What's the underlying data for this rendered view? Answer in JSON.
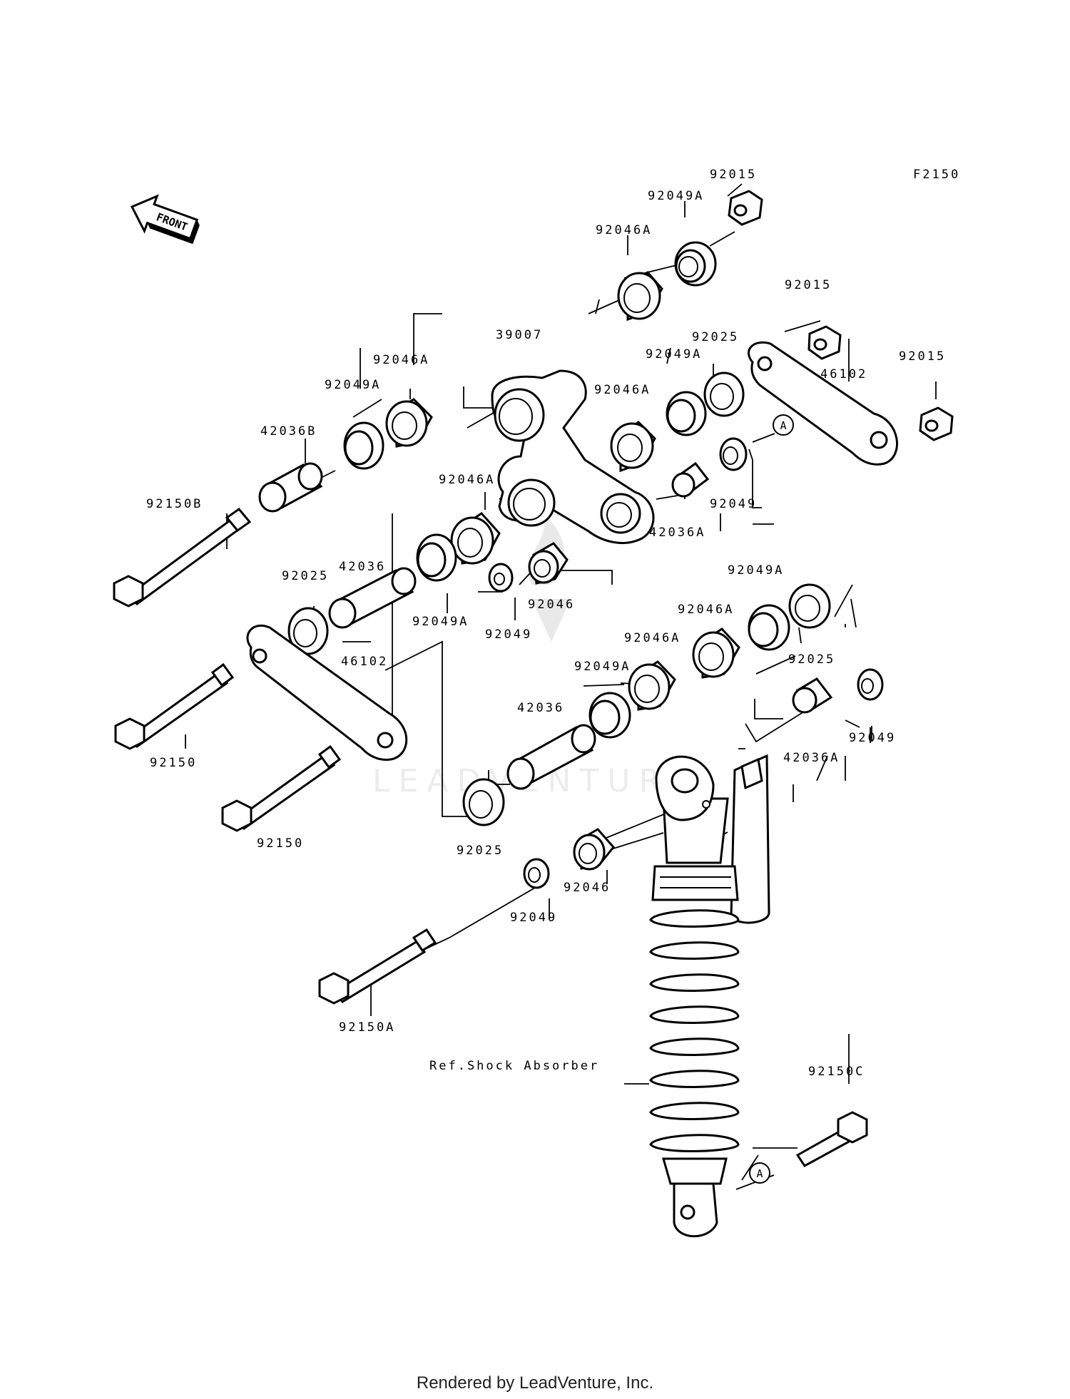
{
  "diagram_code": "F2150",
  "watermark_text": "LEADVENTURE",
  "front_arrow_label": "FRONT",
  "circle_ref_label": "A",
  "footer": "Rendered by LeadVenture, Inc.",
  "ref_label": "Ref.Shock Absorber",
  "callouts": [
    "92015",
    "92049A",
    "92046A",
    "92015",
    "39007",
    "92025",
    "92049A",
    "92015",
    "92046A",
    "46102",
    "92049A",
    "92046A",
    "42036B",
    "92150B",
    "92046A",
    "92049",
    "42036A",
    "42036",
    "92025",
    "92049A",
    "92049",
    "92046",
    "92049A",
    "92046A",
    "46102",
    "92046A",
    "92025",
    "92049A",
    "42036",
    "92150",
    "92049",
    "42036A",
    "92150",
    "92025",
    "92046",
    "92049",
    "92150A",
    "92150C"
  ]
}
